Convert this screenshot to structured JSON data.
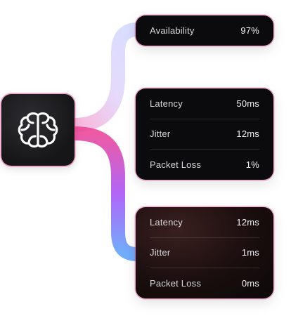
{
  "hub": {
    "icon": "brain-icon"
  },
  "cards": [
    {
      "rows": [
        {
          "label": "Availability",
          "value": "97%"
        }
      ]
    },
    {
      "rows": [
        {
          "label": "Latency",
          "value": "50ms"
        },
        {
          "label": "Jitter",
          "value": "12ms"
        },
        {
          "label": "Packet Loss",
          "value": "1%"
        }
      ]
    },
    {
      "rows": [
        {
          "label": "Latency",
          "value": "12ms"
        },
        {
          "label": "Jitter",
          "value": "1ms"
        },
        {
          "label": "Packet Loss",
          "value": "0ms"
        }
      ]
    }
  ],
  "colors": {
    "accent_pink": "#ec4899",
    "accent_violet": "#a855f7",
    "accent_blue": "#60a5fa",
    "accent_lavender": "#c7d2fe"
  }
}
